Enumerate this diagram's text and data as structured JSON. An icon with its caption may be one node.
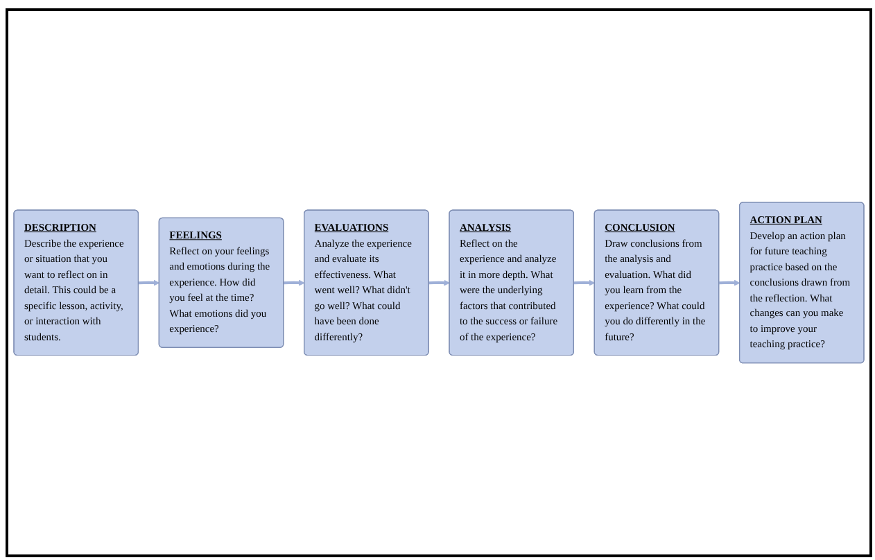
{
  "diagram": {
    "nodes": [
      {
        "text": [
          "DESCRIPTION",
          "Describe the experience or situation that you want to reflect on in detail. This could be a specific lesson, activity, or interaction with students."
        ]
      },
      {
        "text": [
          "FEELINGS",
          "Reflect on your feelings and emotions during the experience. How did you feel at the time? What emotions did you experience?"
        ]
      },
      {
        "text": [
          "EVALUATIONS",
          "Analyze the experience and evaluate its effectiveness. What went well? What didn't go well? What could have been done differently?"
        ]
      },
      {
        "text": [
          "ANALYSIS",
          "Reflect on the experience and analyze it in more depth. What were the underlying factors that contributed to the success or failure of the experience?"
        ]
      },
      {
        "text": [
          "CONCLUSION",
          "Draw conclusions from the analysis and evaluation. What did you learn from the experience? What could you do differently in the future?"
        ]
      },
      {
        "text": [
          "ACTION PLAN",
          "Develop an action plan for future teaching practice based on the conclusions drawn from the reflection. What changes can you make to improve your teaching practice?"
        ]
      }
    ],
    "edges": [
      {
        "from": 0,
        "to": 1,
        "arrow": "to"
      },
      {
        "from": 1,
        "to": 2,
        "arrow": "to"
      },
      {
        "from": 2,
        "to": 3,
        "arrow": "to"
      },
      {
        "from": 3,
        "to": 4,
        "arrow": "to"
      },
      {
        "from": 4,
        "to": 5,
        "arrow": "to"
      }
    ]
  }
}
